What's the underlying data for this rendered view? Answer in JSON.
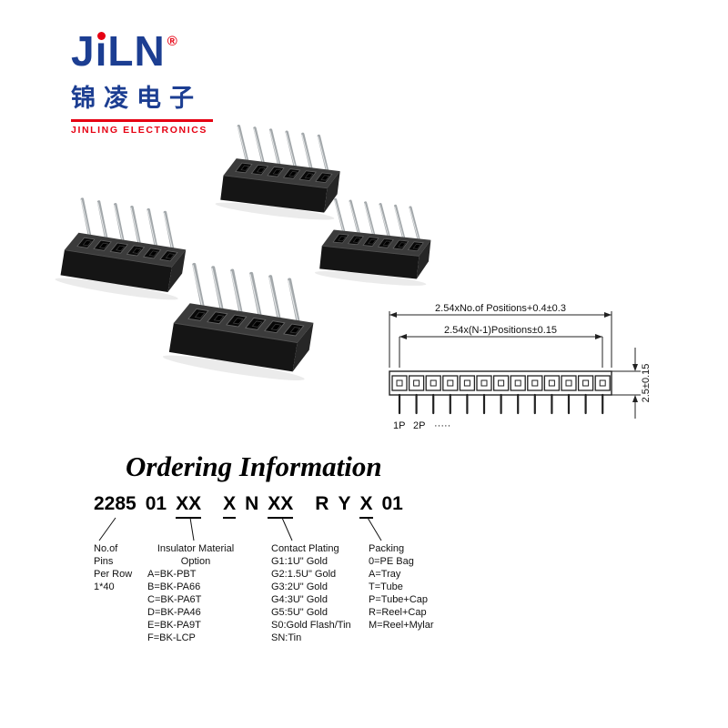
{
  "logo": {
    "brand_j": "J",
    "brand_i": "ı",
    "brand_ln": "LN",
    "registered": "®",
    "chinese": "锦凌电子",
    "english": "JINLING ELECTRONICS",
    "brand_color": "#1c3e92",
    "accent_color": "#e60012"
  },
  "technical_drawing": {
    "positions": 13,
    "dim_overall": "2.54xNo.of Positions+0.4±0.3",
    "dim_pitch": "2.54x(N-1)Positions±0.15",
    "dim_height": "2.5±0.15",
    "label_pin1": "1P",
    "label_pin2": "2P",
    "label_more": "·····"
  },
  "ordering": {
    "title": "Ordering Information",
    "code": [
      "2285",
      "01",
      "XX",
      "X",
      "N",
      "XX",
      "R",
      "Y",
      "X",
      "01"
    ],
    "columns": [
      {
        "title": [],
        "items": [
          "No.of",
          "Pins",
          "Per Row",
          "1*40"
        ]
      },
      {
        "title": [
          "Insulator Material",
          "Option"
        ],
        "items": [
          "A=BK-PBT",
          "B=BK-PA66",
          "C=BK-PA6T",
          "D=BK-PA46",
          "E=BK-PA9T",
          "F=BK-LCP"
        ]
      },
      {
        "title": [
          "Contact Plating"
        ],
        "items": [
          "G1:1U\" Gold",
          "G2:1.5U\" Gold",
          "G3:2U\" Gold",
          "G4:3U\" Gold",
          "G5:5U\" Gold",
          "S0:Gold Flash/Tin",
          "SN:Tin"
        ]
      },
      {
        "title": [
          "Packing"
        ],
        "items": [
          "0=PE Bag",
          "A=Tray",
          "T=Tube",
          "P=Tube+Cap",
          "R=Reel+Cap",
          "M=Reel+Mylar"
        ]
      }
    ]
  }
}
